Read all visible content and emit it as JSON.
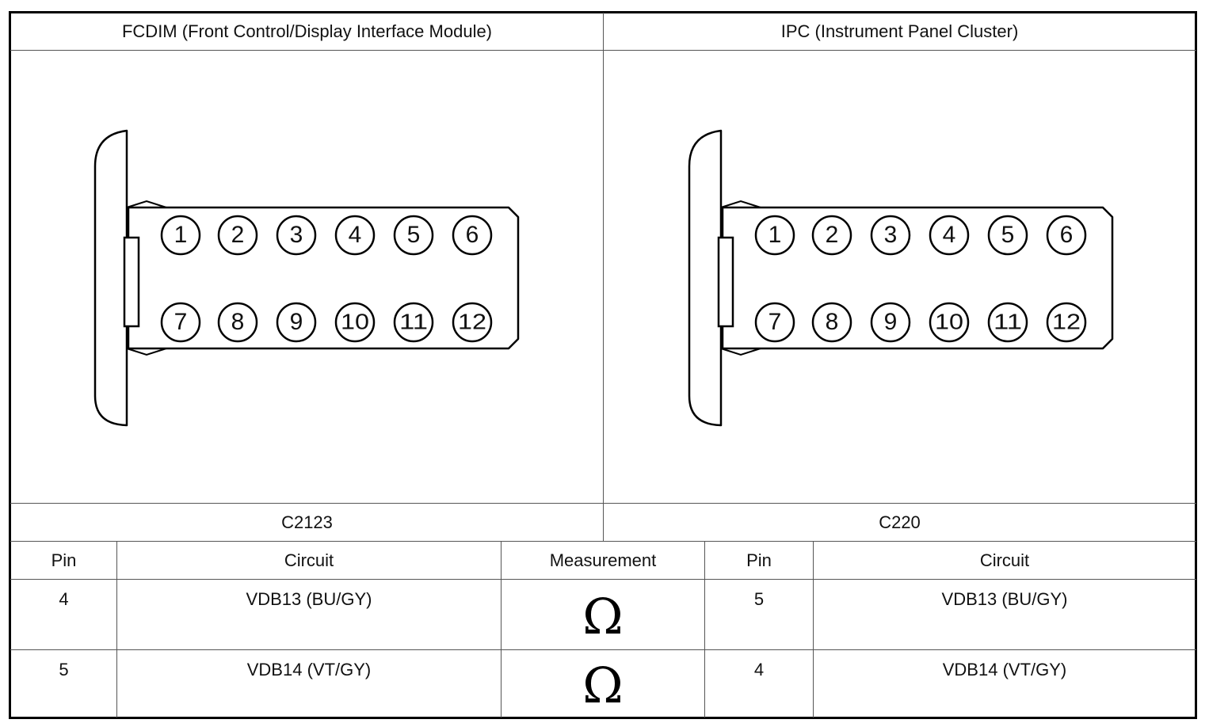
{
  "modules": [
    {
      "title": "FCDIM (Front Control/Display Interface Module)",
      "connector": "C2123",
      "pins_top": [
        "1",
        "2",
        "3",
        "4",
        "5",
        "6"
      ],
      "pins_bottom": [
        "7",
        "8",
        "9",
        "10",
        "11",
        "12"
      ]
    },
    {
      "title": "IPC (Instrument Panel Cluster)",
      "connector": "C220",
      "pins_top": [
        "1",
        "2",
        "3",
        "4",
        "5",
        "6"
      ],
      "pins_bottom": [
        "7",
        "8",
        "9",
        "10",
        "11",
        "12"
      ]
    }
  ],
  "table": {
    "headers": [
      "Pin",
      "Circuit",
      "Measurement",
      "Pin",
      "Circuit"
    ],
    "measurement_symbol": "Ω",
    "rows": [
      {
        "pin_a": "4",
        "circuit_a": "VDB13 (BU/GY)",
        "pin_b": "5",
        "circuit_b": "VDB13 (BU/GY)"
      },
      {
        "pin_a": "5",
        "circuit_a": "VDB14 (VT/GY)",
        "pin_b": "4",
        "circuit_b": "VDB14 (VT/GY)"
      }
    ]
  }
}
